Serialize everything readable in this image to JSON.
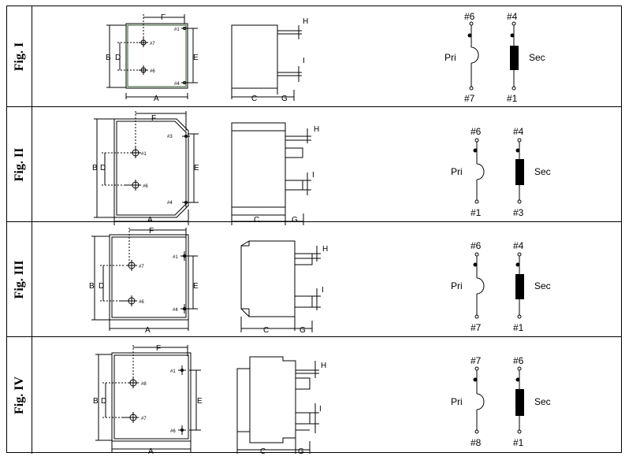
{
  "figures": [
    {
      "label": "Fig. I",
      "dims": {
        "a": "A",
        "b": "B",
        "c": "C",
        "d": "D",
        "e": "E",
        "f": "F",
        "g": "G",
        "h": "H",
        "i": "I"
      },
      "pins": {
        "top_right": "#1",
        "mid_a": "#7",
        "mid_b": "#6",
        "bottom_right": "#4"
      },
      "schematic": {
        "pri": "Pri",
        "sec": "Sec",
        "pri_top": "#6",
        "pri_bottom": "#7",
        "sec_top": "#4",
        "sec_bottom": "#1"
      }
    },
    {
      "label": "Fig. II",
      "dims": {
        "a": "A",
        "b": "B",
        "c": "C",
        "d": "D",
        "e": "E",
        "f": "F",
        "g": "G",
        "h": "H",
        "i": "I"
      },
      "pins": {
        "top_right": "#3",
        "mid_a": "#1",
        "mid_b": "#6",
        "bottom_right": "#4"
      },
      "schematic": {
        "pri": "Pri",
        "sec": "Sec",
        "pri_top": "#6",
        "pri_bottom": "#1",
        "sec_top": "#4",
        "sec_bottom": "#3"
      }
    },
    {
      "label": "Fig. III",
      "dims": {
        "a": "A",
        "b": "B",
        "c": "C",
        "d": "D",
        "e": "E",
        "f": "F",
        "g": "G",
        "h": "H",
        "i": "I"
      },
      "pins": {
        "top_right": "#1",
        "mid_a": "#7",
        "mid_b": "#6",
        "bottom_right": "#4"
      },
      "schematic": {
        "pri": "Pri",
        "sec": "Sec",
        "pri_top": "#6",
        "pri_bottom": "#7",
        "sec_top": "#4",
        "sec_bottom": "#1"
      }
    },
    {
      "label": "Fig. IV",
      "dims": {
        "a": "A",
        "b": "B",
        "c": "C",
        "d": "D",
        "e": "E",
        "f": "F",
        "g": "G",
        "h": "H",
        "i": "I"
      },
      "pins": {
        "top_right": "#1",
        "mid_a": "#8",
        "mid_b": "#7",
        "bottom_right": "#6"
      },
      "schematic": {
        "pri": "Pri",
        "sec": "Sec",
        "pri_top": "#7",
        "pri_bottom": "#8",
        "sec_top": "#6",
        "sec_bottom": "#1"
      }
    }
  ]
}
